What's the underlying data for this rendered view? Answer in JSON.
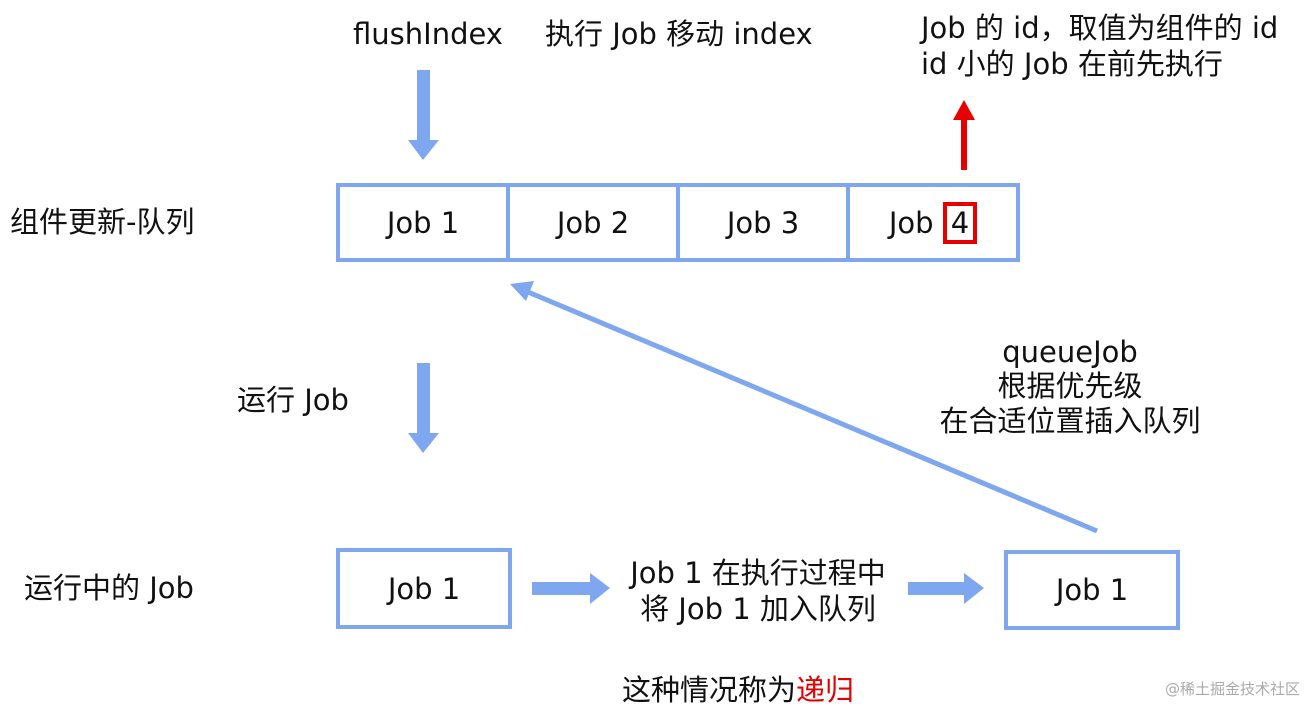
{
  "labels": {
    "flush_index": "flushIndex",
    "execute_move": "执行 Job 移动 index",
    "id_note_line1": "Job 的 id，取值为组件的 id",
    "id_note_line2": "id 小的 Job 在前先执行",
    "queue_label": "组件更新-队列",
    "run_job": "运行 Job",
    "running_job": "运行中的 Job",
    "queue_job_line1": "queueJob",
    "queue_job_line2": "根据优先级",
    "queue_job_line3": "在合适位置插入队列",
    "middle_line1": "Job 1 在执行过程中",
    "middle_line2": "将 Job 1 加入队列",
    "bottom_prefix": "这种情况称为",
    "bottom_highlight": "递归"
  },
  "queue": {
    "cells": [
      "Job 1",
      "Job 2",
      "Job 3",
      "Job "
    ],
    "highlight_digit": "4"
  },
  "running_box": "Job 1",
  "inserted_box": "Job 1",
  "watermark": "@稀土掘金技术社区",
  "colors": {
    "arrow_blue": "#7fa7f0",
    "highlight_red": "#e60000"
  }
}
